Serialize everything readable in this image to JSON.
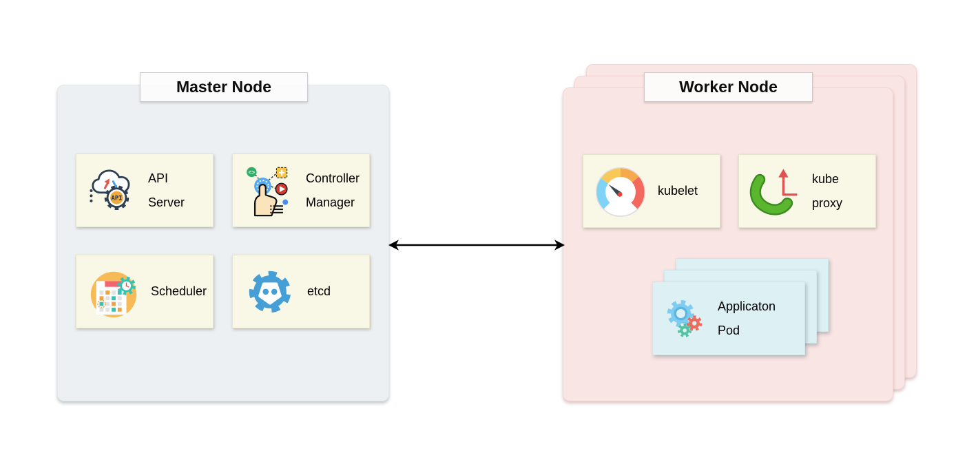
{
  "master_node": {
    "title": "Master Node",
    "components": [
      {
        "name": "api-server",
        "icon": "cloud-api-gear-icon",
        "line1": "API",
        "line2": "Server"
      },
      {
        "name": "controller-manager",
        "icon": "hand-controls-icon",
        "line1": "Controller",
        "line2": "Manager"
      },
      {
        "name": "scheduler",
        "icon": "calendar-clock-icon",
        "line1": "Scheduler"
      },
      {
        "name": "etcd",
        "icon": "etcd-logo-icon",
        "line1": "etcd"
      }
    ]
  },
  "worker_node": {
    "title": "Worker Node",
    "stacked_layers": 3,
    "components": [
      {
        "name": "kubelet",
        "icon": "speedometer-gauge-icon",
        "line1": "kubelet"
      },
      {
        "name": "kube-proxy",
        "icon": "phone-outgoing-call-icon",
        "line1": "kube",
        "line2": "proxy"
      }
    ],
    "pod": {
      "name": "application-pod",
      "icon": "three-gears-icon",
      "line1": "Applicaton",
      "line2": "Pod",
      "stacked_layers": 3
    }
  },
  "connection": {
    "type": "bidirectional-arrow",
    "between": "Master Node and Worker Node"
  },
  "colors": {
    "master_bg": "#edf0f2",
    "worker_bg": "#f9e5e3",
    "component_card_bg": "#f9f8e7",
    "pod_card_bg": "#ddf1f4",
    "etcd_blue": "#459fd6",
    "gauge_blue": "#7ed3f7",
    "gauge_yellow": "#f8c959",
    "gauge_red": "#f4695e",
    "phone_green": "#5bb62f",
    "arrow": "#000000"
  }
}
